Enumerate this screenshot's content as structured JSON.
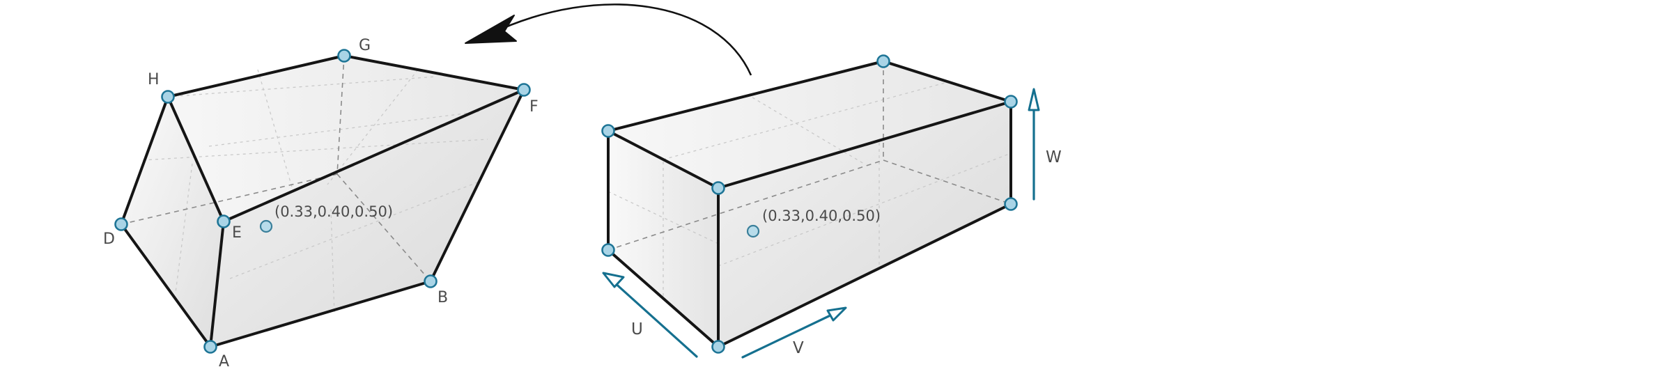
{
  "diagram": {
    "left_shape": {
      "vertex_labels": {
        "A": "A",
        "B": "B",
        "D": "D",
        "E": "E",
        "F": "F",
        "G": "G",
        "H": "H"
      },
      "point_label": "(0.33,0.40,0.50)"
    },
    "right_shape": {
      "point_label": "(0.33,0.40,0.50)"
    },
    "axes": {
      "u": "U",
      "v": "V",
      "w": "W"
    },
    "colors": {
      "edge": "#151515",
      "vertex_fill": "#a9d4e6",
      "vertex_stroke": "#1e7596",
      "axis": "#15708f",
      "face_light": "#f6f6f6",
      "face_dark": "#dcdcdc"
    }
  }
}
